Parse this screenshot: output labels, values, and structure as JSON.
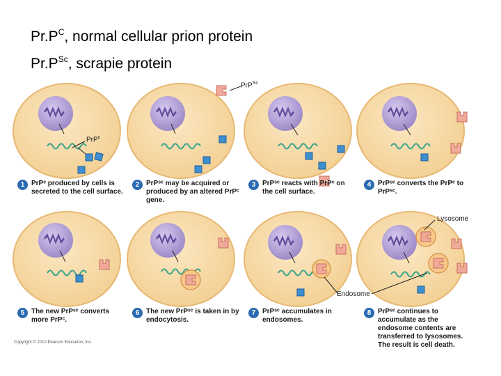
{
  "title": {
    "line1_prefix": "Pr.P",
    "line1_sup": "C",
    "line1_suffix": ", normal cellular prion protein",
    "line2_prefix": "Pr.P",
    "line2_sup": "Sc",
    "line2_suffix": ", scrapie protein"
  },
  "labels": {
    "prpsc_prefix": "PrP",
    "prpsc_sup": "Sc",
    "prpc_prefix": "PrP",
    "prpc_sup": "c",
    "lysosome": "Lysosome",
    "endosome": "Endosome"
  },
  "steps": [
    {
      "num": "1",
      "text": "PrPᶜ produced by cells is secreted to the cell surface."
    },
    {
      "num": "2",
      "text": "PrPˢᶜ may be acquired or produced by an altered PrPᶜ gene."
    },
    {
      "num": "3",
      "text": "PrPˢᶜ reacts with PrPᶜ on the cell surface."
    },
    {
      "num": "4",
      "text": "PrPˢᶜ converts the PrPᶜ to PrPˢᶜ."
    },
    {
      "num": "5",
      "text": "The new PrPˢᶜ converts more PrPᶜ."
    },
    {
      "num": "6",
      "text": "The new PrPˢᶜ is taken in by endocytosis."
    },
    {
      "num": "7",
      "text": "PrPˢᶜ accumulates in endosomes."
    },
    {
      "num": "8",
      "text": "PrPˢᶜ continues to accumulate as the endosome contents are transferred to lysosomes. The result is cell death."
    }
  ],
  "copyright": "Copyright © 2010 Pearson Education, Inc.",
  "colors": {
    "cell_fill": "#f7d9a6",
    "cell_stroke": "#e7b873",
    "nucleus": "#b9a6d8",
    "dna": "#5a3f8f",
    "mrna": "#3aa38c",
    "prpc": "#3d8fd0",
    "prpsc": "#f1a99a",
    "step_badge": "#2a6ab0"
  }
}
